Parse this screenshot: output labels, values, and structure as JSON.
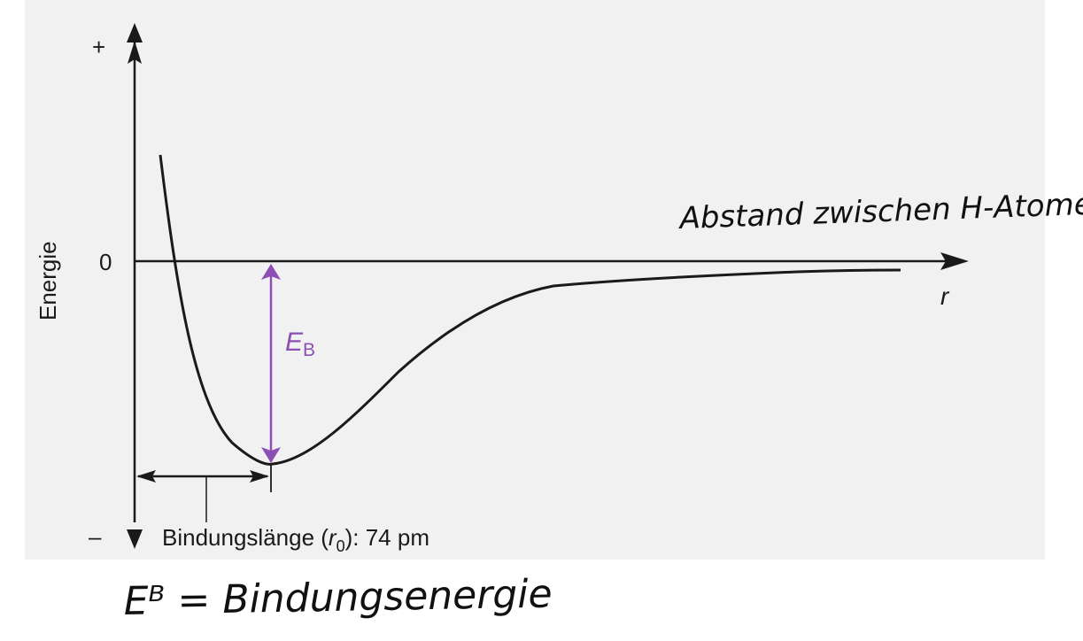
{
  "colors": {
    "curve": "#1a1a1a",
    "axis": "#1a1a1a",
    "bond_energy_arrow": "#8e4fb5",
    "panel_background": "#f1f1f1"
  },
  "axes": {
    "y_label": "Energie",
    "y_top_sign": "+",
    "y_bottom_sign": "–",
    "zero_label": "0",
    "x_label": "r"
  },
  "bond_energy": {
    "symbol": "E",
    "subscript": "B"
  },
  "bond_length": {
    "prefix": "Bindungslänge (",
    "symbol": "r",
    "subscript": "0",
    "suffix": "): 74 pm"
  },
  "handwritten": {
    "x_axis_note": "Abstand zwischen H-Atomen",
    "definition": "Eᴮ = Bindungsenergie"
  },
  "icons": {
    "y_axis_arrow": "arrow-up-down",
    "x_axis_arrow": "arrow-right",
    "bond_energy_arrow": "double-arrow-vertical",
    "bond_length_arrow": "double-arrow-horizontal"
  }
}
